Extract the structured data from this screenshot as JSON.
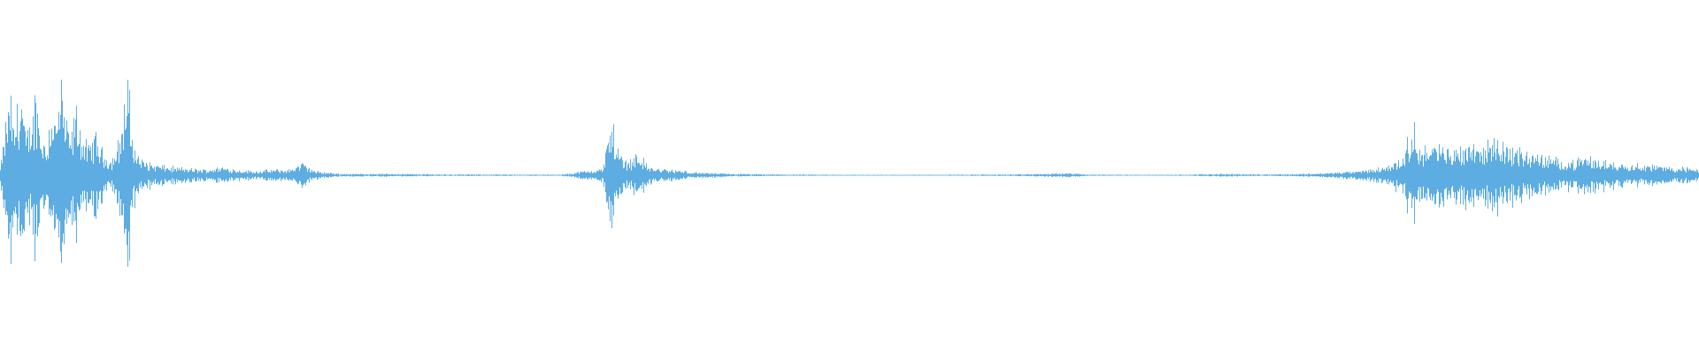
{
  "waveform": {
    "color": "#5dade2",
    "background": "#ffffff",
    "envelope": [
      [
        0,
        0.05
      ],
      [
        0.003,
        0.35
      ],
      [
        0.006,
        0.62
      ],
      [
        0.008,
        0.3
      ],
      [
        0.01,
        0.55
      ],
      [
        0.013,
        0.58
      ],
      [
        0.015,
        0.25
      ],
      [
        0.018,
        0.4
      ],
      [
        0.021,
        0.62
      ],
      [
        0.024,
        0.3
      ],
      [
        0.027,
        0.22
      ],
      [
        0.03,
        0.48
      ],
      [
        0.033,
        0.4
      ],
      [
        0.036,
        0.68
      ],
      [
        0.039,
        0.35
      ],
      [
        0.042,
        0.3
      ],
      [
        0.045,
        0.5
      ],
      [
        0.048,
        0.28
      ],
      [
        0.052,
        0.2
      ],
      [
        0.056,
        0.3
      ],
      [
        0.06,
        0.18
      ],
      [
        0.065,
        0.1
      ],
      [
        0.07,
        0.25
      ],
      [
        0.075,
        0.7
      ],
      [
        0.078,
        0.25
      ],
      [
        0.082,
        0.12
      ],
      [
        0.09,
        0.08
      ],
      [
        0.1,
        0.06
      ],
      [
        0.11,
        0.05
      ],
      [
        0.12,
        0.04
      ],
      [
        0.13,
        0.06
      ],
      [
        0.14,
        0.04
      ],
      [
        0.15,
        0.03
      ],
      [
        0.16,
        0.04
      ],
      [
        0.17,
        0.04
      ],
      [
        0.178,
        0.09
      ],
      [
        0.185,
        0.03
      ],
      [
        0.2,
        0.01
      ],
      [
        0.23,
        0.01
      ],
      [
        0.26,
        0.006
      ],
      [
        0.3,
        0.005
      ],
      [
        0.33,
        0.004
      ],
      [
        0.355,
        0.05
      ],
      [
        0.36,
        0.45
      ],
      [
        0.363,
        0.2
      ],
      [
        0.368,
        0.1
      ],
      [
        0.372,
        0.12
      ],
      [
        0.376,
        0.18
      ],
      [
        0.38,
        0.08
      ],
      [
        0.385,
        0.05
      ],
      [
        0.395,
        0.04
      ],
      [
        0.41,
        0.02
      ],
      [
        0.43,
        0.01
      ],
      [
        0.45,
        0.006
      ],
      [
        0.48,
        0.004
      ],
      [
        0.52,
        0.003
      ],
      [
        0.56,
        0.004
      ],
      [
        0.6,
        0.006
      ],
      [
        0.63,
        0.015
      ],
      [
        0.64,
        0.005
      ],
      [
        0.68,
        0.003
      ],
      [
        0.7,
        0.004
      ],
      [
        0.71,
        0.008
      ],
      [
        0.72,
        0.01
      ],
      [
        0.74,
        0.006
      ],
      [
        0.76,
        0.008
      ],
      [
        0.78,
        0.015
      ],
      [
        0.8,
        0.03
      ],
      [
        0.815,
        0.06
      ],
      [
        0.825,
        0.12
      ],
      [
        0.832,
        0.35
      ],
      [
        0.836,
        0.2
      ],
      [
        0.845,
        0.22
      ],
      [
        0.855,
        0.18
      ],
      [
        0.865,
        0.25
      ],
      [
        0.875,
        0.2
      ],
      [
        0.88,
        0.3
      ],
      [
        0.885,
        0.22
      ],
      [
        0.895,
        0.18
      ],
      [
        0.905,
        0.15
      ],
      [
        0.915,
        0.12
      ],
      [
        0.925,
        0.1
      ],
      [
        0.935,
        0.13
      ],
      [
        0.945,
        0.1
      ],
      [
        0.955,
        0.09
      ],
      [
        0.965,
        0.08
      ],
      [
        0.975,
        0.07
      ],
      [
        0.985,
        0.06
      ],
      [
        1.0,
        0.05
      ]
    ]
  }
}
